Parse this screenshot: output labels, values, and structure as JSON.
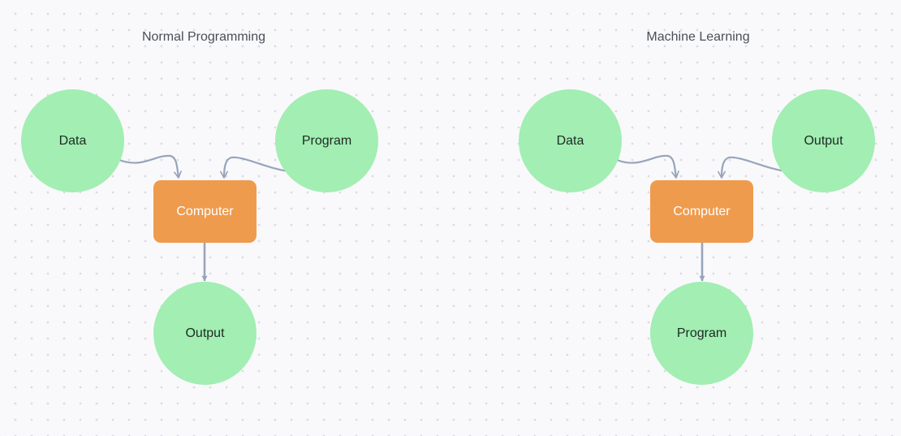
{
  "diagram": {
    "edge_color": "#98a4bb",
    "circle_color": "#a2eeb3",
    "box_color": "#ef9b4e",
    "panels": [
      {
        "title": "Normal Programming",
        "input_a": "Data",
        "input_b": "Program",
        "processor": "Computer",
        "result": "Output"
      },
      {
        "title": "Machine Learning",
        "input_a": "Data",
        "input_b": "Output",
        "processor": "Computer",
        "result": "Program"
      }
    ]
  }
}
